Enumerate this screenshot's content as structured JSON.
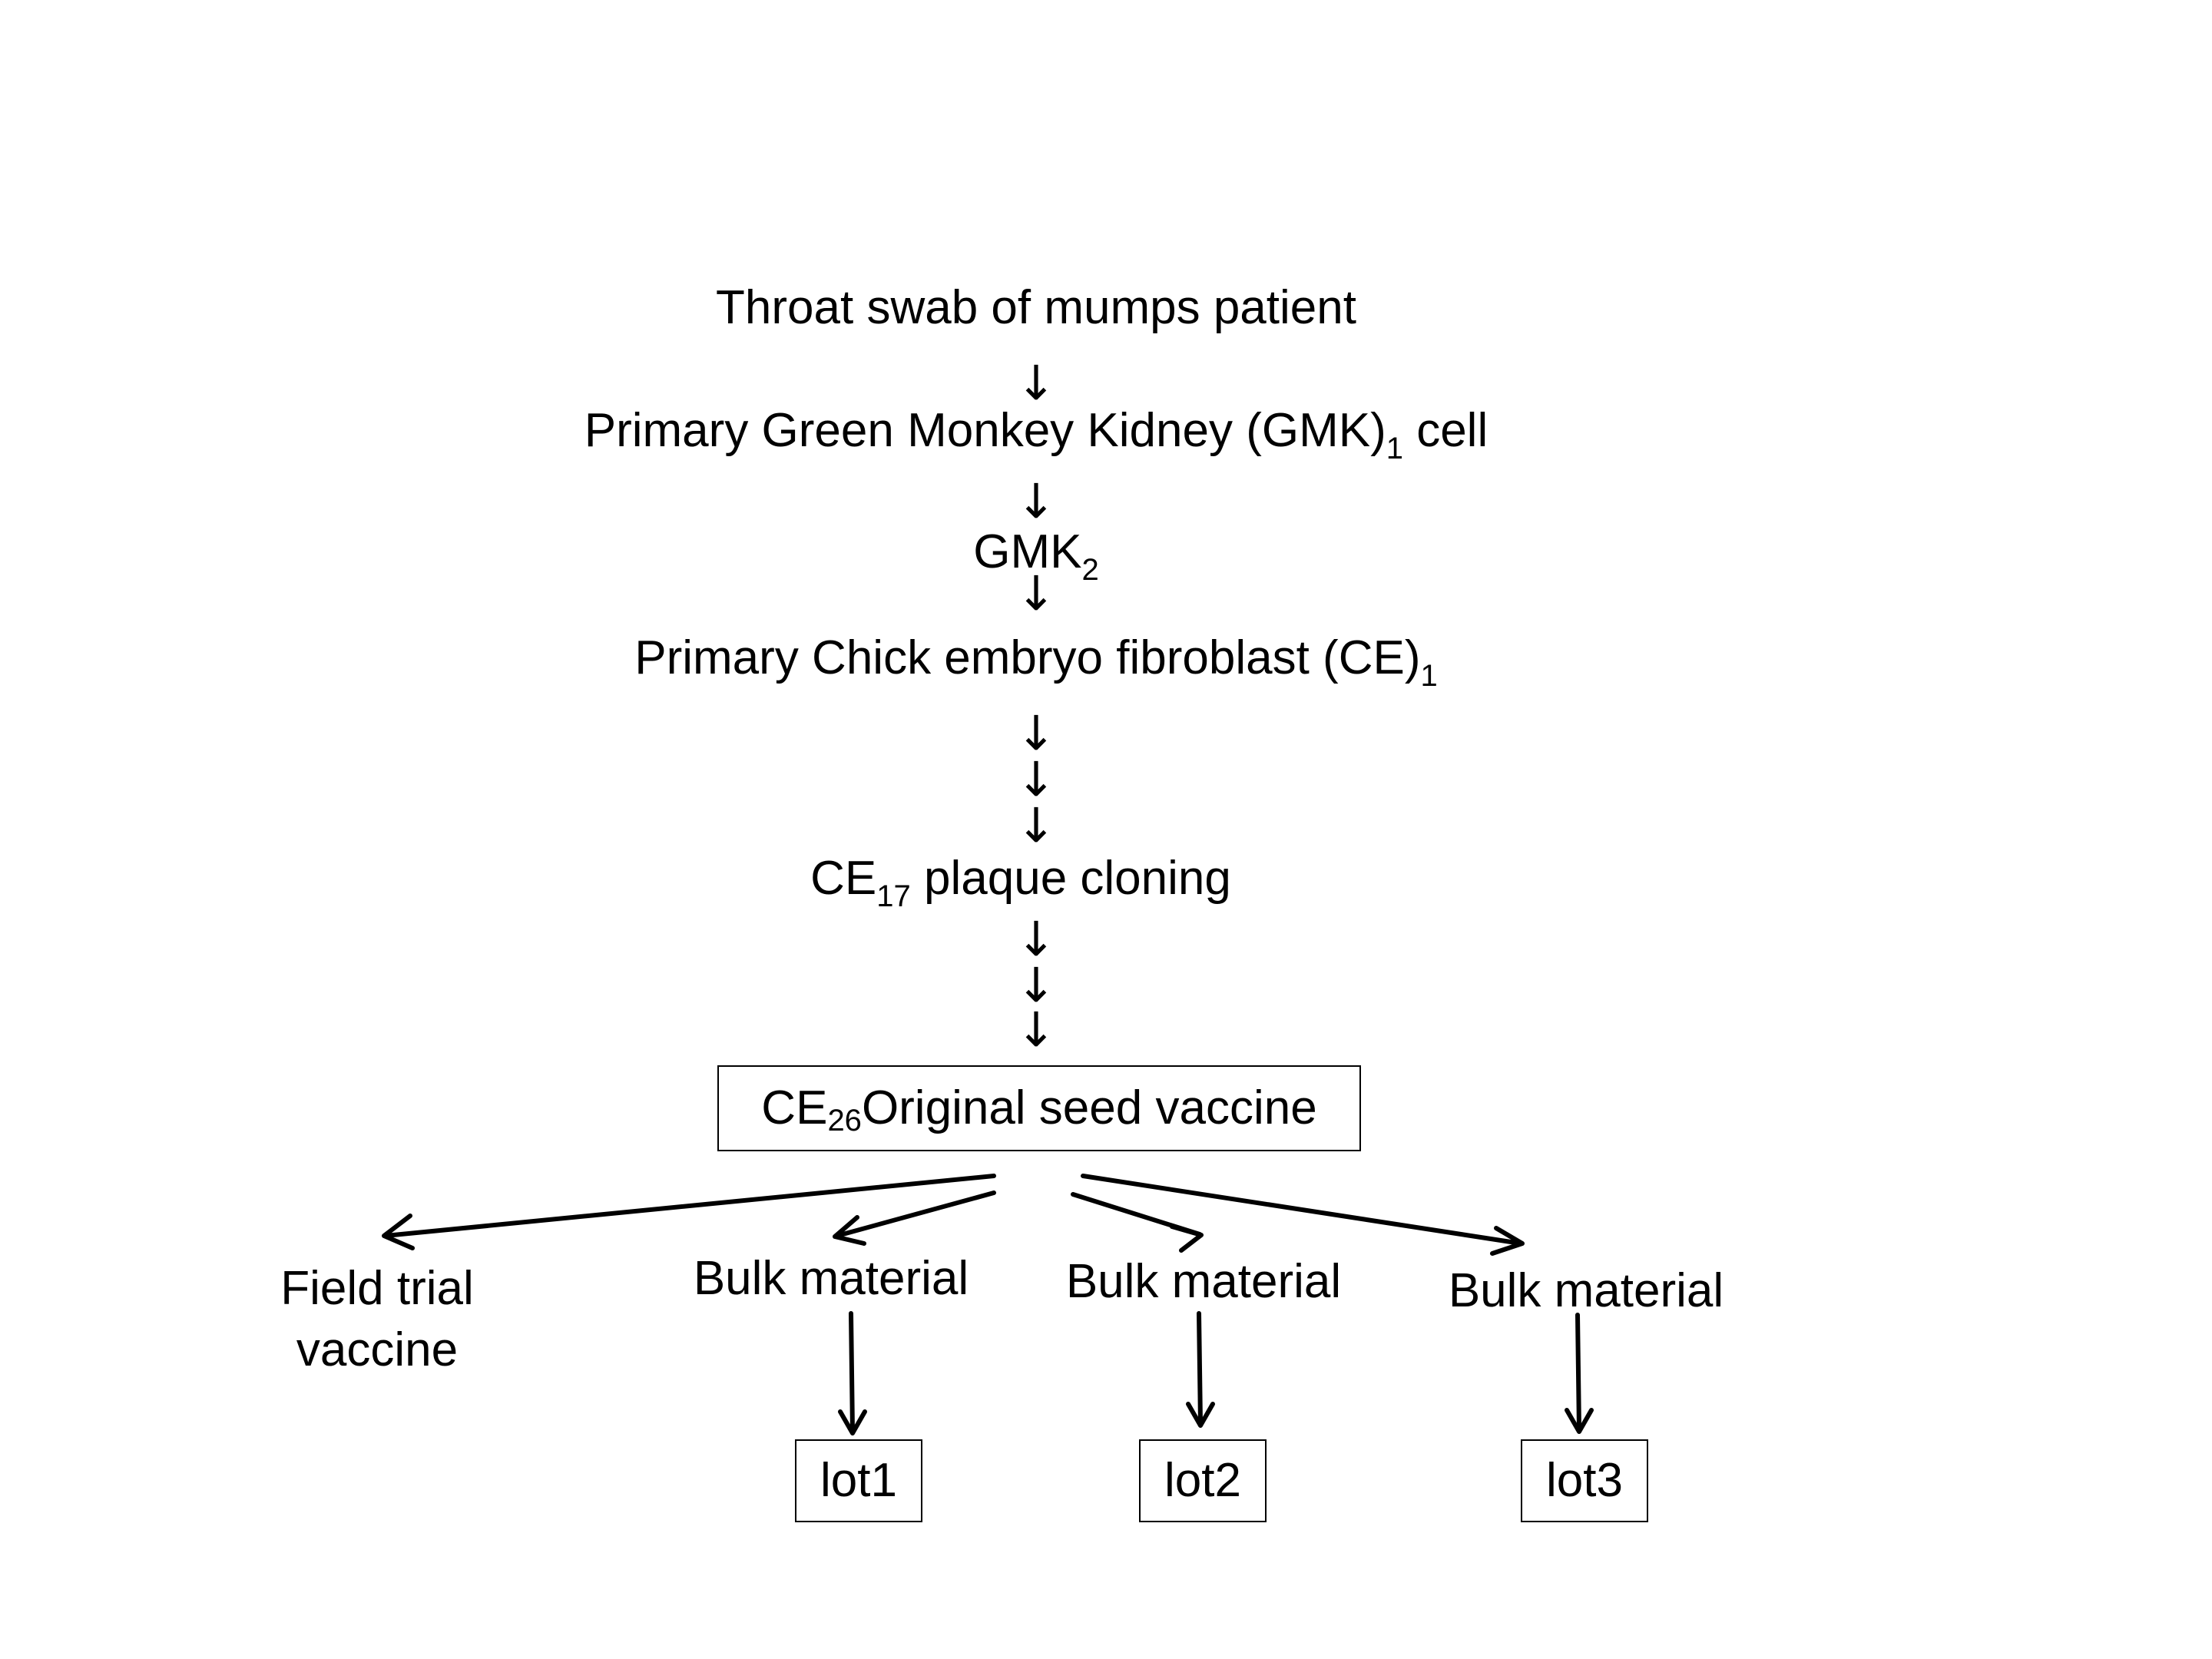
{
  "nodes": {
    "throat_swab": "Throat swab of mumps patient",
    "primary_gmk_prefix": "Primary Green Monkey Kidney (GMK)",
    "primary_gmk_sub": "1",
    "primary_gmk_suffix": " cell",
    "gmk2_prefix": "GMK",
    "gmk2_sub": "2",
    "chick_prefix": "Primary Chick embryo fibroblast (CE)",
    "chick_sub": "1",
    "ce17_prefix": "CE",
    "ce17_sub": "17",
    "ce17_suffix": " plaque cloning",
    "ce26_prefix": "CE",
    "ce26_sub": "26",
    "ce26_suffix": " Original seed vaccine",
    "field_trial_line1": "Field trial",
    "field_trial_line2": "vaccine",
    "bulk_1": "Bulk material",
    "bulk_2": "Bulk material",
    "bulk_3": "Bulk material",
    "lot1": "lot1",
    "lot2": "lot2",
    "lot3": "lot3"
  },
  "arrow_glyph": "↓"
}
